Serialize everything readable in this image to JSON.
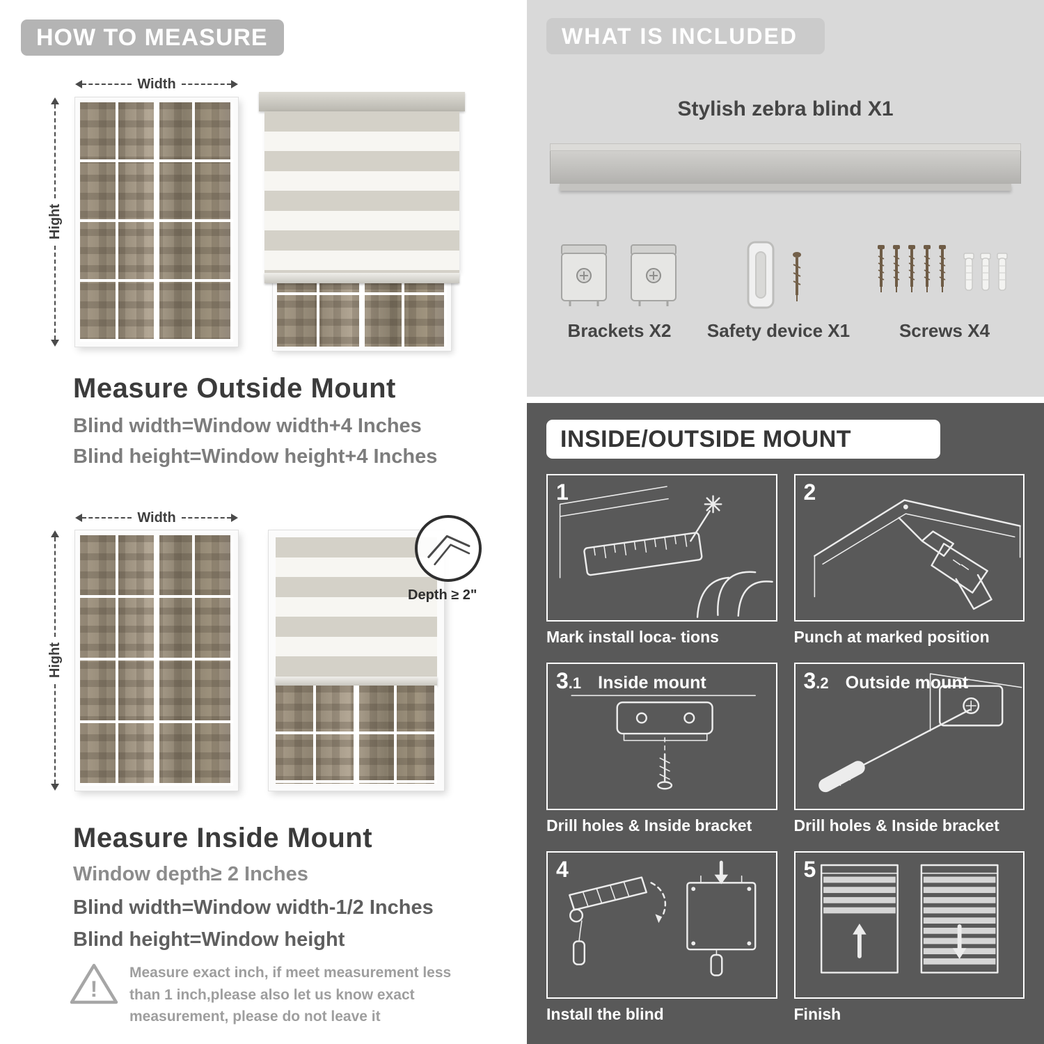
{
  "colors": {
    "header_pill_gray": "#b4b4b4",
    "included_panel_bg": "#d9d9d9",
    "mount_panel_bg": "#595959",
    "stripe_beige": "#d4d1c8",
    "stripe_white": "#f7f6f2",
    "text_dark": "#3b3b3b",
    "text_gray": "#7d7d7d",
    "line_art_white": "#ececec"
  },
  "icons": {
    "warning": "warning-triangle-icon",
    "warning_exclamation": "!",
    "magnifier": "depth-magnifier-icon"
  },
  "left": {
    "header": "HOW TO MEASURE",
    "outside": {
      "width_label": "Width",
      "height_label": "Hight",
      "title": "Measure Outside Mount",
      "line1": "Blind width=Window width+4 Inches",
      "line2": "Blind height=Window height+4 Inches"
    },
    "inside": {
      "width_label": "Width",
      "height_label": "Hight",
      "depth_label": "Depth ≥ 2\"",
      "title": "Measure Inside Mount",
      "line1": "Window depth≥ 2 Inches",
      "line2": "Blind width=Window width-1/2 Inches",
      "line3": "Blind height=Window height"
    },
    "warning_text": "Measure exact inch, if meet measurement less than 1 inch,please also let us know exact measurement, please do not leave it"
  },
  "right": {
    "included": {
      "header": "WHAT IS INCLUDED",
      "blind_label": "Stylish zebra blind X1",
      "items": [
        {
          "label": "Brackets X2"
        },
        {
          "label": "Safety device X1"
        },
        {
          "label": "Screws X4"
        }
      ]
    },
    "mount": {
      "header": "INSIDE/OUTSIDE MOUNT",
      "steps": [
        {
          "num": "1",
          "sub": "",
          "inline": "",
          "caption": "Mark install loca- tions"
        },
        {
          "num": "2",
          "sub": "",
          "inline": "",
          "caption": "Punch at  marked position"
        },
        {
          "num": "3",
          "sub": ".1",
          "inline": "Inside mount",
          "caption": "Drill holes &  Inside bracket"
        },
        {
          "num": "3",
          "sub": ".2",
          "inline": "Outside mount",
          "caption": "Drill holes &  Inside bracket"
        },
        {
          "num": "4",
          "sub": "",
          "inline": "",
          "caption": "Install the blind"
        },
        {
          "num": "5",
          "sub": "",
          "inline": "",
          "caption": "Finish"
        }
      ]
    }
  }
}
